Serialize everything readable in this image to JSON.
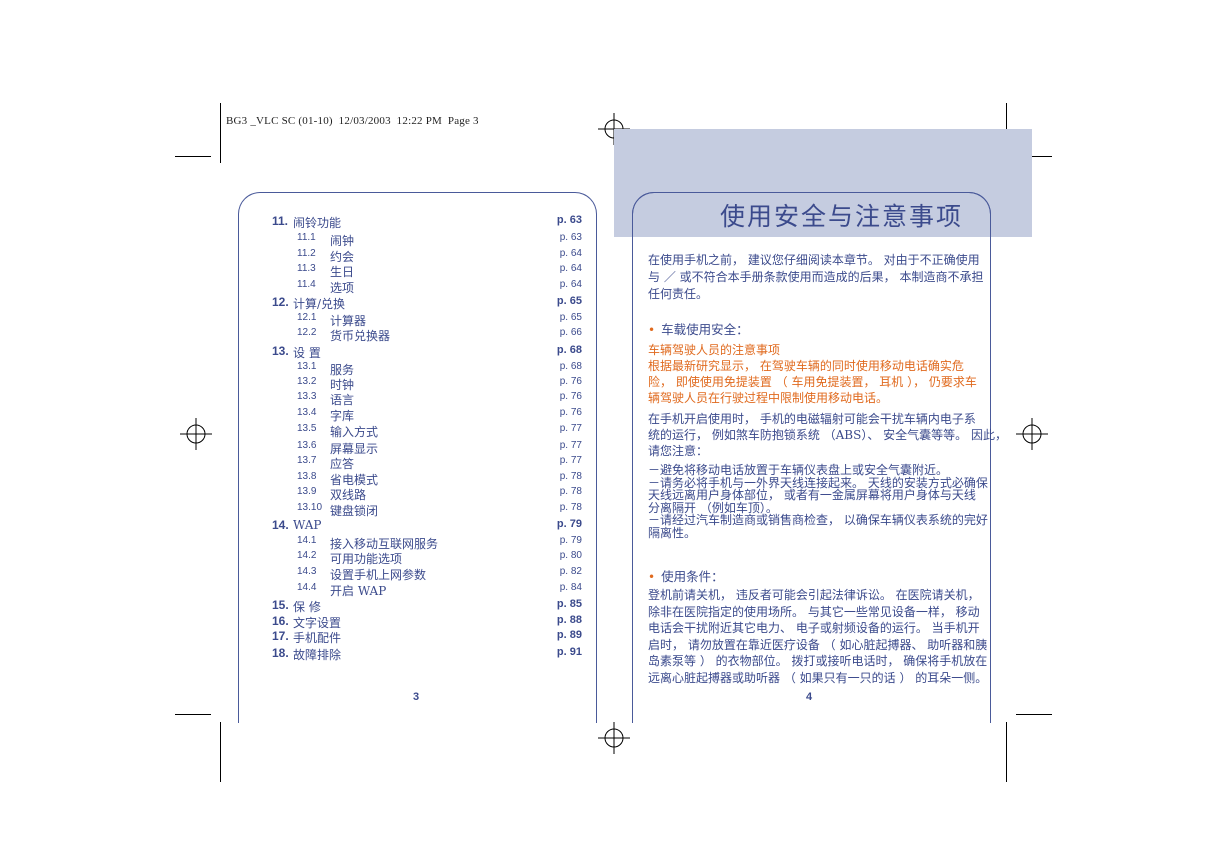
{
  "slug": "BG3 _VLC SC (01-10)  12/03/2003  12:22 PM  Page 3",
  "toc": [
    {
      "num": "11.",
      "title": "闹铃功能",
      "page": "p. 63",
      "level": 1
    },
    {
      "num": "11.1",
      "title": "闹钟",
      "page": "p. 63",
      "level": 2
    },
    {
      "num": "11.2",
      "title": "约会",
      "page": "p. 64",
      "level": 2
    },
    {
      "num": "11.3",
      "title": "生日",
      "page": "p. 64",
      "level": 2
    },
    {
      "num": "11.4",
      "title": "选项",
      "page": "p. 64",
      "level": 2
    },
    {
      "num": "12.",
      "title": "计算/兑换",
      "page": "p. 65",
      "level": 1
    },
    {
      "num": "12.1",
      "title": "计算器",
      "page": "p. 65",
      "level": 2
    },
    {
      "num": "12.2",
      "title": "货币兑换器",
      "page": "p. 66",
      "level": 2
    },
    {
      "num": "13.",
      "title": "设 置",
      "page": "p. 68",
      "level": 1
    },
    {
      "num": "13.1",
      "title": "服务",
      "page": "p. 68",
      "level": 2
    },
    {
      "num": "13.2",
      "title": "时钟",
      "page": "p. 76",
      "level": 2
    },
    {
      "num": "13.3",
      "title": "语言",
      "page": "p. 76",
      "level": 2
    },
    {
      "num": "13.4",
      "title": "字库",
      "page": "p. 76",
      "level": 2
    },
    {
      "num": "13.5",
      "title": "输入方式",
      "page": "p. 77",
      "level": 2
    },
    {
      "num": "13.6",
      "title": "屏幕显示",
      "page": "p. 77",
      "level": 2
    },
    {
      "num": "13.7",
      "title": "应答",
      "page": "p. 77",
      "level": 2
    },
    {
      "num": "13.8",
      "title": "省电模式",
      "page": "p. 78",
      "level": 2
    },
    {
      "num": "13.9",
      "title": "双线路",
      "page": "p. 78",
      "level": 2
    },
    {
      "num": "13.10",
      "title": "键盘锁闭",
      "page": "p. 78",
      "level": 2
    },
    {
      "num": "14.",
      "title": "WAP",
      "page": "p. 79",
      "level": 1
    },
    {
      "num": "14.1",
      "title": "接入移动互联网服务",
      "page": "p. 79",
      "level": 2
    },
    {
      "num": "14.2",
      "title": "可用功能选项",
      "page": "p. 80",
      "level": 2
    },
    {
      "num": "14.3",
      "title": "设置手机上网参数",
      "page": "p. 82",
      "level": 2
    },
    {
      "num": "14.4",
      "title": "开启 WAP",
      "page": "p. 84",
      "level": 2
    },
    {
      "num": "15.",
      "title": "保 修",
      "page": "p. 85",
      "level": 1
    },
    {
      "num": "16.",
      "title": "文字设置",
      "page": "p. 88",
      "level": 1
    },
    {
      "num": "17.",
      "title": "手机配件",
      "page": "p. 89",
      "level": 1
    },
    {
      "num": "18.",
      "title": "故障排除",
      "page": "p. 91",
      "level": 1
    }
  ],
  "left_page_number": "3",
  "right_page_number": "4",
  "right": {
    "title": "使用安全与注意事项",
    "intro": [
      "在使用手机之前， 建议您仔细阅读本章节。 对由于不正确使用",
      "与 ／ 或不符合本手册条款使用而造成的后果， 本制造商不承担",
      "任何责任。"
    ],
    "section1_heading": "车载使用安全：",
    "driver_heading": "车辆驾驶人员的注意事项",
    "driver_lines": [
      "根据最新研究显示， 在驾驶车辆的同时使用移动电话确实危",
      "险， 即使使用免提装置 （ 车用免提装置， 耳机 ）， 仍要求车",
      "辆驾驶人员在行驶过程中限制使用移动电话。"
    ],
    "em_lines": [
      "在手机开启使用时， 手机的电磁辐射可能会干扰车辆内电子系",
      "统的运行， 例如煞车防抱锁系统 （ABS）、 安全气囊等等。 因此，",
      "请您注意："
    ],
    "dash_lines": [
      "－避免将移动电话放置于车辆仪表盘上或安全气囊附近。",
      "－请务必将手机与一外界天线连接起来。 天线的安装方式必确保",
      "   天线远离用户身体部位， 或者有一金属屏幕将用户身体与天线",
      "   分离隔开 （例如车顶）。",
      "－请经过汽车制造商或销售商检查， 以确保车辆仪表系统的完好",
      "   隔离性。"
    ],
    "section2_heading": "使用条件：",
    "cond_lines": [
      "登机前请关机， 违反者可能会引起法律诉讼。 在医院请关机，",
      "除非在医院指定的使用场所。 与其它一些常见设备一样， 移动",
      "电话会干扰附近其它电力、 电子或射频设备的运行。 当手机开",
      "启时， 请勿放置在靠近医疗设备 （ 如心脏起搏器、 助听器和胰",
      "岛素泵等 ） 的衣物部位。 拨打或接听电话时， 确保将手机放在",
      "远离心脏起搏器或助听器 （ 如果只有一只的话 ） 的耳朵一侧。"
    ]
  }
}
